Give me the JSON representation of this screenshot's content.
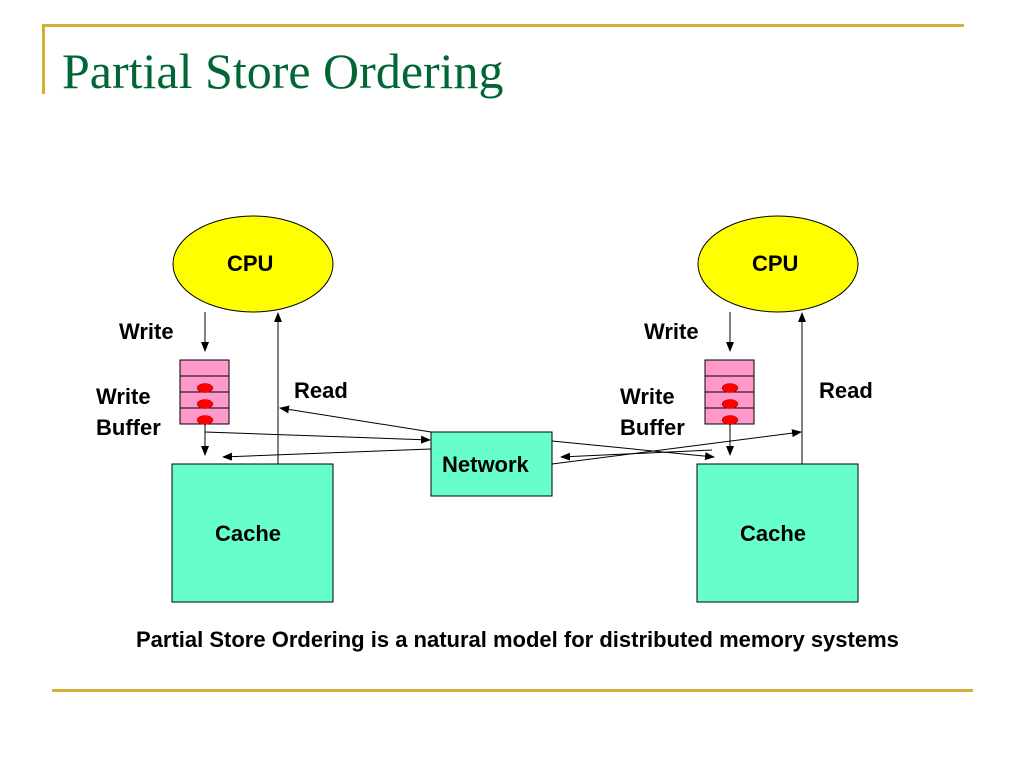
{
  "title": "Partial Store Ordering",
  "colors": {
    "title": "#006633",
    "rule": "#D4AF37",
    "cpu_fill": "#FFFF00",
    "cache_fill": "#66FFCC",
    "buffer_fill": "#FF99CC",
    "buffer_entry": "#FF0000"
  },
  "diagram": {
    "left_node": {
      "cpu_label": "CPU",
      "write_label": "Write",
      "buffer_label_line1": "Write",
      "buffer_label_line2": "Buffer",
      "read_label": "Read",
      "cache_label": "Cache",
      "buffer_entries": 3,
      "buffer_slots": 4
    },
    "right_node": {
      "cpu_label": "CPU",
      "write_label": "Write",
      "buffer_label_line1": "Write",
      "buffer_label_line2": "Buffer",
      "read_label": "Read",
      "cache_label": "Cache",
      "buffer_entries": 3,
      "buffer_slots": 4
    },
    "network_label": "Network"
  },
  "caption": "Partial Store Ordering is a natural model for distributed memory systems"
}
